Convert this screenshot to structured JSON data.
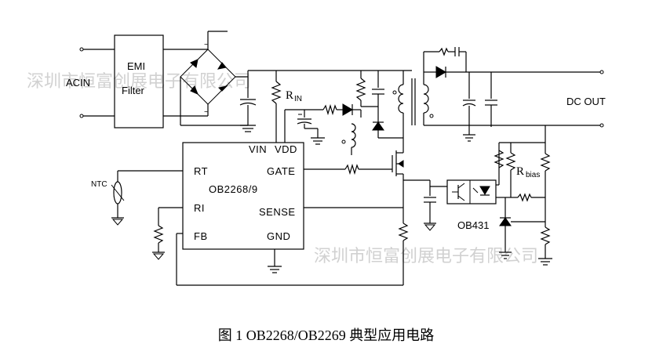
{
  "watermarks": [
    "深圳市恒富创展电子有限公司",
    "深圳市恒富创展电子有限公司"
  ],
  "labels": {
    "acin": "ACIN",
    "emi_line1": "EMI",
    "emi_line2": "Filter",
    "rin_main": "R",
    "rin_sub": "IN",
    "dcout": "DC OUT",
    "ntc": "NTC",
    "rbias_main": "R",
    "rbias_sub": "bias",
    "ob431": "OB431"
  },
  "ic": {
    "name": "OB2268/9",
    "pins": {
      "vin": "VIN",
      "vdd": "VDD",
      "rt": "RT",
      "gate": "GATE",
      "ri": "RI",
      "sense": "SENSE",
      "fb": "FB",
      "gnd": "GND"
    }
  },
  "caption": "图 1 OB2268/OB2269 典型应用电路"
}
